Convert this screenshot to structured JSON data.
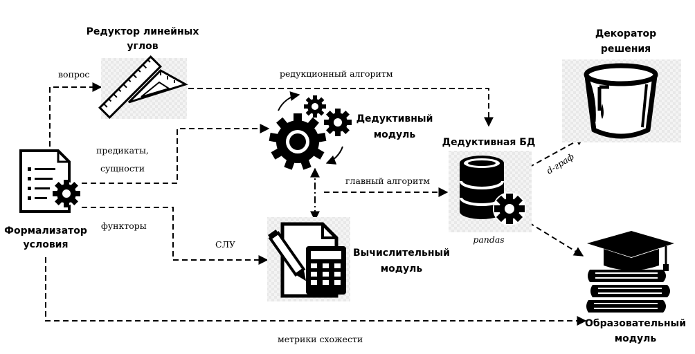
{
  "nodes": {
    "formalizer": {
      "title_line1": "Формализатор",
      "title_line2": "условия"
    },
    "reducer": {
      "title_line1": "Редуктор линейных",
      "title_line2": "углов"
    },
    "deductive_module": {
      "title_line1": "Дедуктивный",
      "title_line2": "модуль"
    },
    "deductive_db": {
      "title": "Дедуктивная БД",
      "sublabel": "pandas"
    },
    "decorator": {
      "title_line1": "Декоратор",
      "title_line2": "решения"
    },
    "computing_module": {
      "title_line1": "Вычислительный",
      "title_line2": "модуль"
    },
    "educational_module": {
      "title_line1": "Образовательный",
      "title_line2": "модуль"
    }
  },
  "edges": {
    "question": "вопрос",
    "reduction_algorithm": "редукционный алгоритм",
    "predicates_line1": "предикаты,",
    "predicates_line2": "сущности",
    "main_algorithm": "главный алгоритм",
    "functors": "функторы",
    "slu": "СЛУ",
    "d_graph": "d-граф",
    "similarity_metrics": "метрики схожести"
  },
  "icons": [
    "document-gear-icon",
    "ruler-triangle-icon",
    "gears-cycle-icon",
    "database-gear-icon",
    "paint-bucket-icon",
    "calculator-pencil-icon",
    "graduation-books-icon"
  ]
}
